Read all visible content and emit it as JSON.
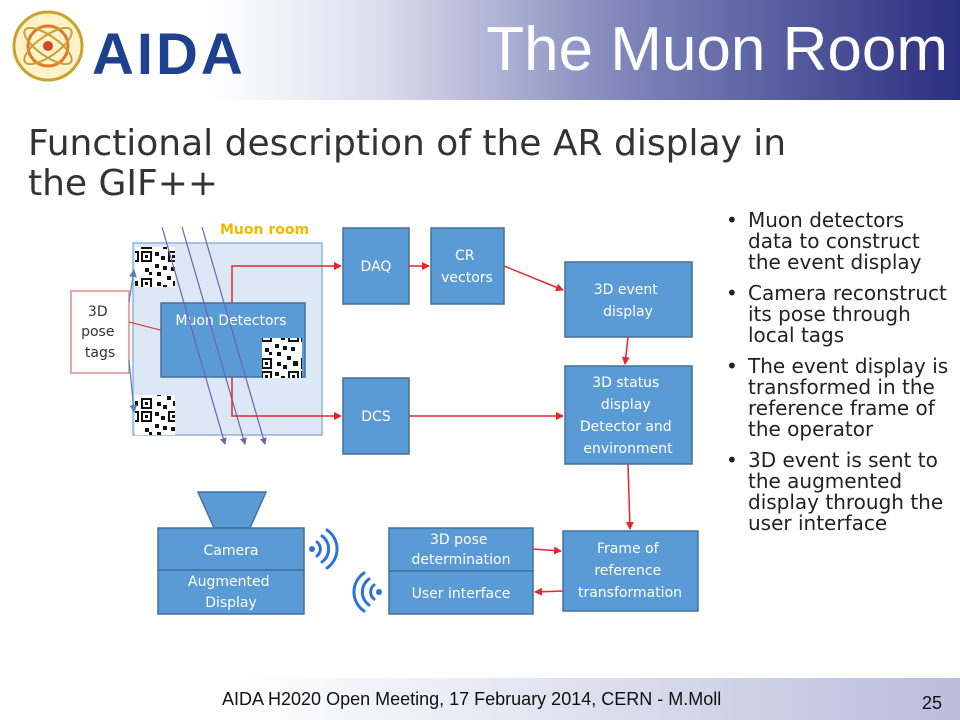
{
  "slide": {
    "logo_text": "AIDA",
    "title": "The Muon Room",
    "subtitle": "Functional description of the AR display in the GIF++"
  },
  "diagram": {
    "muon_room_label": "Muon room",
    "pose_tags": [
      "3D",
      "pose",
      "tags"
    ],
    "muon_detectors": "Muon Detectors",
    "daq": "DAQ",
    "cr_vectors": [
      "CR",
      "vectors"
    ],
    "dcs": "DCS",
    "event_display": [
      "3D event",
      "display"
    ],
    "status_display": [
      "3D status",
      "display",
      "Detector and",
      "environment"
    ],
    "camera": "Camera",
    "augmented_display": [
      "Augmented",
      "Display"
    ],
    "pose_determination": [
      "3D pose",
      "determination"
    ],
    "user_interface": "User interface",
    "frame_transform": [
      "Frame of",
      "reference",
      "transformation"
    ]
  },
  "bullets": [
    "Muon detectors data to construct the event display",
    "Camera reconstruct its pose through local tags",
    "The event display is transformed in the reference frame of the operator",
    "3D event is sent to the augmented display through the user interface"
  ],
  "footer": {
    "text": "AIDA H2020 Open Meeting, 17 February 2014, CERN - M.Moll",
    "page": "25"
  },
  "colors": {
    "box_blue": "#5b9bd5",
    "box_border": "#41719c",
    "room_fill": "#dce8f6",
    "arrow_red": "#e8252a",
    "muon_room_label": "#f5b700",
    "trajectory": "#7060b8"
  }
}
